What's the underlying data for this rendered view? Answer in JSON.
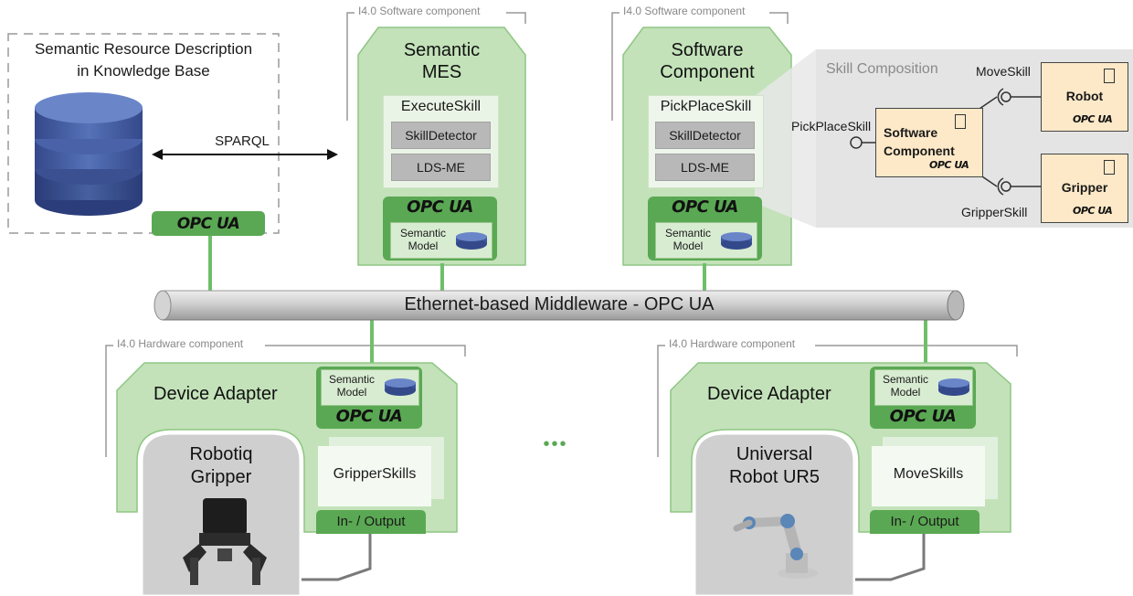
{
  "knowledge_base": {
    "title_line1": "Semantic Resource Description",
    "title_line2": "in Knowledge Base",
    "sparql_label": "SPARQL",
    "opcua_label": "OPC UA"
  },
  "software_component_tag": "4.0 Software component",
  "hardware_component_tag": "4.0 Hardware component",
  "tag_prefix": "I",
  "mes": {
    "title_line1": "Semantic",
    "title_line2": "MES",
    "skill_title": "ExecuteSkill",
    "detector": "SkillDetector",
    "lds": "LDS-ME",
    "opcua_label": "OPC UA",
    "semantic_model_line1": "Semantic",
    "semantic_model_line2": "Model"
  },
  "software_component": {
    "title_line1": "Software",
    "title_line2": "Component",
    "skill_title": "PickPlaceSkill",
    "detector": "SkillDetector",
    "lds": "LDS-ME",
    "opcua_label": "OPC UA",
    "semantic_model_line1": "Semantic",
    "semantic_model_line2": "Model"
  },
  "skill_composition": {
    "title": "Skill Composition",
    "pickplace_port": "PickPlaceSkill",
    "moveskill_port": "MoveSkill",
    "gripperskill_port": "GripperSkill",
    "sw_component_line1": "Software",
    "sw_component_line2": "Component",
    "robot": "Robot",
    "gripper": "Gripper",
    "opcua_label": "OPC UA"
  },
  "middleware": {
    "label": "Ethernet-based Middleware - OPC UA"
  },
  "gripper_hw": {
    "adapter_title": "Device Adapter",
    "semantic_model_line1": "Semantic",
    "semantic_model_line2": "Model",
    "opcua_label": "OPC UA",
    "device_line1": "Robotiq",
    "device_line2": "Gripper",
    "skills": "GripperSkills",
    "io": "In- / Output"
  },
  "robot_hw": {
    "adapter_title": "Device Adapter",
    "semantic_model_line1": "Semantic",
    "semantic_model_line2": "Model",
    "opcua_label": "OPC UA",
    "device_line1": "Universal",
    "device_line2": "Robot UR5",
    "skills": "MoveSkills",
    "io": "In- / Output"
  },
  "ellipsis": "•••",
  "colors": {
    "green_fill": "#c3e2b9",
    "green_border": "#7fbf74",
    "dark_green": "#5aa853",
    "connector_green": "#6fbf6a",
    "grey_panel": "#e4e4e4",
    "device_grey": "#cfcfcf",
    "db_blue": "#4a63a8",
    "uml_orange": "#fde9c8"
  }
}
